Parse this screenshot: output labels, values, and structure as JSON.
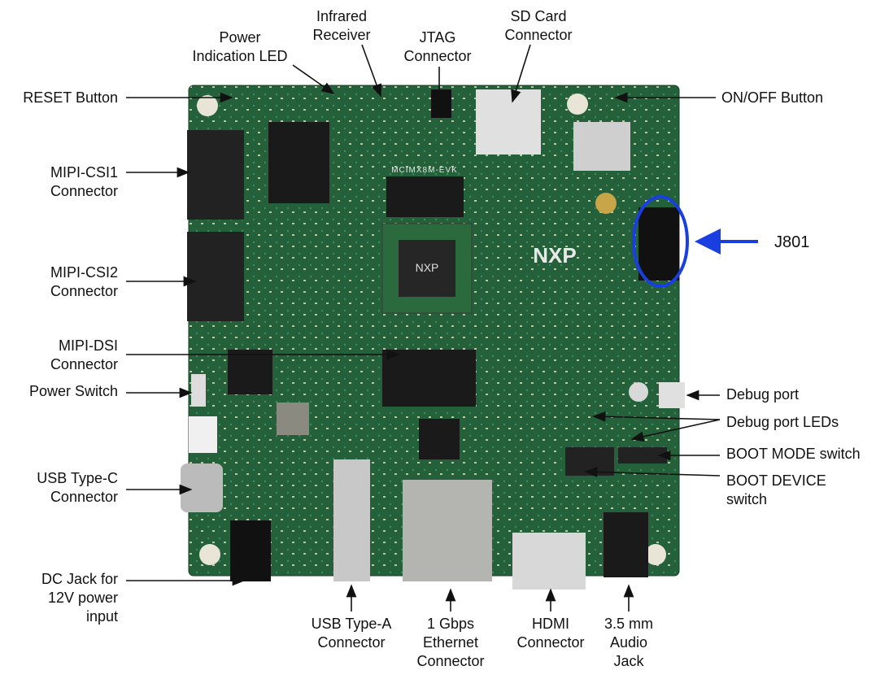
{
  "board": {
    "logo": "NXP",
    "silk": "MCIMX8M-EVK"
  },
  "labels": {
    "reset": "RESET Button",
    "power_led": [
      "Power",
      "Indication LED"
    ],
    "infrared": [
      "Infrared",
      "Receiver"
    ],
    "jtag": [
      "JTAG",
      "Connector"
    ],
    "sd": [
      "SD Card",
      "Connector"
    ],
    "onoff": "ON/OFF Button",
    "csi1": [
      "MIPI-CSI1",
      "Connector"
    ],
    "csi2": [
      "MIPI-CSI2",
      "Connector"
    ],
    "dsi": [
      "MIPI-DSI",
      "Connector"
    ],
    "power_switch": "Power Switch",
    "usbc": [
      "USB Type-C",
      "Connector"
    ],
    "dc": [
      "DC Jack for",
      "12V power",
      "input"
    ],
    "usba": [
      "USB Type-A",
      "Connector"
    ],
    "eth": [
      "1 Gbps",
      "Ethernet",
      "Connector"
    ],
    "hdmi": [
      "HDMI",
      "Connector"
    ],
    "audio": [
      "3.5 mm",
      "Audio",
      "Jack"
    ],
    "j801": "J801",
    "debug": "Debug port",
    "debug_leds": "Debug port LEDs",
    "boot_mode": "BOOT MODE switch",
    "boot_device": [
      "BOOT DEVICE",
      "switch"
    ]
  },
  "colors": {
    "board": "#1f5a36",
    "highlight": "#1a3fe0"
  }
}
